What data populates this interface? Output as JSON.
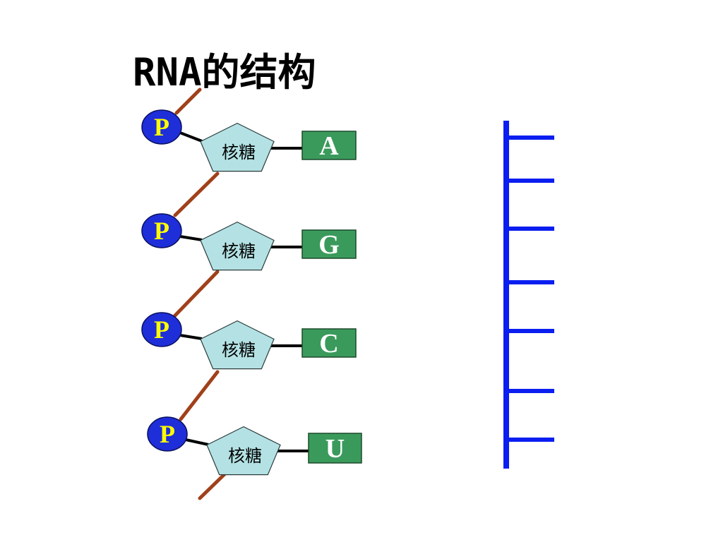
{
  "title": "RNA的结构",
  "colors": {
    "backbone": "#A0401A",
    "phosphate_fill": "#1E2ED8",
    "phosphate_text": "#FFFF00",
    "sugar_fill": "#B4E2E4",
    "base_fill": "#3A9A5C",
    "base_text": "#FFFFFF",
    "comb": "#0A1EF0",
    "bond": "#000000"
  },
  "nucleotides": [
    {
      "phosphate": "P",
      "sugar": "核糖",
      "base": "A"
    },
    {
      "phosphate": "P",
      "sugar": "核糖",
      "base": "G"
    },
    {
      "phosphate": "P",
      "sugar": "核糖",
      "base": "C"
    },
    {
      "phosphate": "P",
      "sugar": "核糖",
      "base": "U"
    }
  ],
  "comb": {
    "teeth": 7
  }
}
